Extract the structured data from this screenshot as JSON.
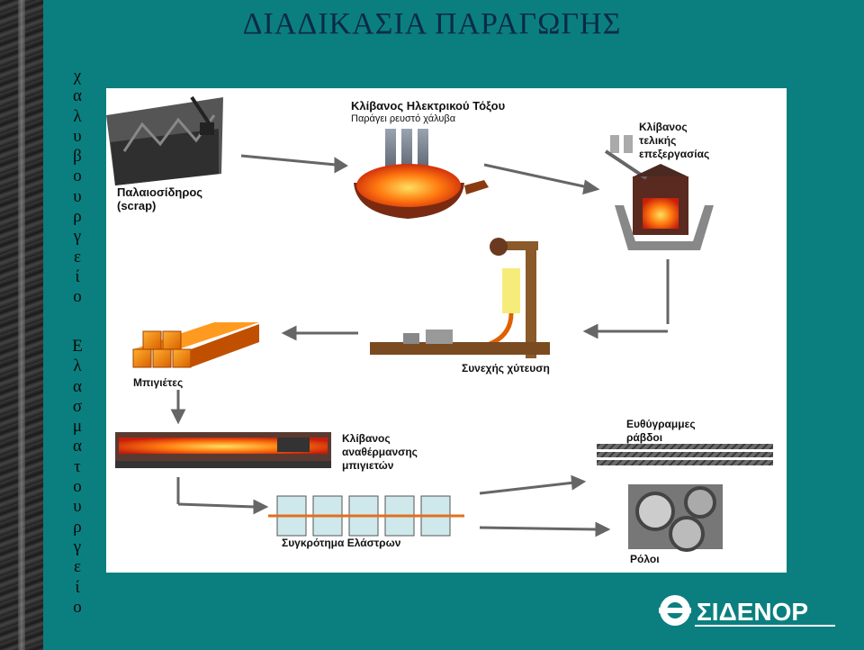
{
  "title": "ΔΙΑΔΙΚΑΣΙΑ ΠΑΡΑΓΩΓΗΣ",
  "side_label_top": [
    "χ",
    "α",
    "λ",
    "υ",
    "β",
    "ο",
    "υ",
    "ρ",
    "γ",
    "ε",
    "ί",
    "ο"
  ],
  "side_label_bottom": [
    "Ε",
    "λ",
    "α",
    "σ",
    "μ",
    "α",
    "τ",
    "ο",
    "υ",
    "ρ",
    "γ",
    "ε",
    "ί",
    "ο"
  ],
  "stages": {
    "scrap": [
      "Παλαιοσίδηρος",
      "(scrap)"
    ],
    "eaf": [
      "Κλίβανος Ηλεκτρικού Τόξου",
      "Παράγει ρευστό χάλυβα"
    ],
    "ladle": [
      "Κλίβανος",
      "τελικής",
      "επεξεργασίας"
    ],
    "casting": [
      "Συνεχής χύτευση"
    ],
    "billets": [
      "Μπιγιέτες"
    ],
    "reheat": [
      "Κλίβανος",
      "αναθέρμανσης",
      "μπιγιετών"
    ],
    "mill": [
      "Συγκρότημα Ελάστρων"
    ],
    "bars": [
      "Ευθύγραμμες",
      "ράβδοι"
    ],
    "coils": [
      "Ρόλοι"
    ]
  },
  "logo_text": "ΣΙΔΕΝΟΡ",
  "colors": {
    "background": "#0b7f7f",
    "title": "#0c2a4a",
    "molten": "#f0501e",
    "glow": "#ffb000",
    "rebar": "#5a5a5a"
  }
}
